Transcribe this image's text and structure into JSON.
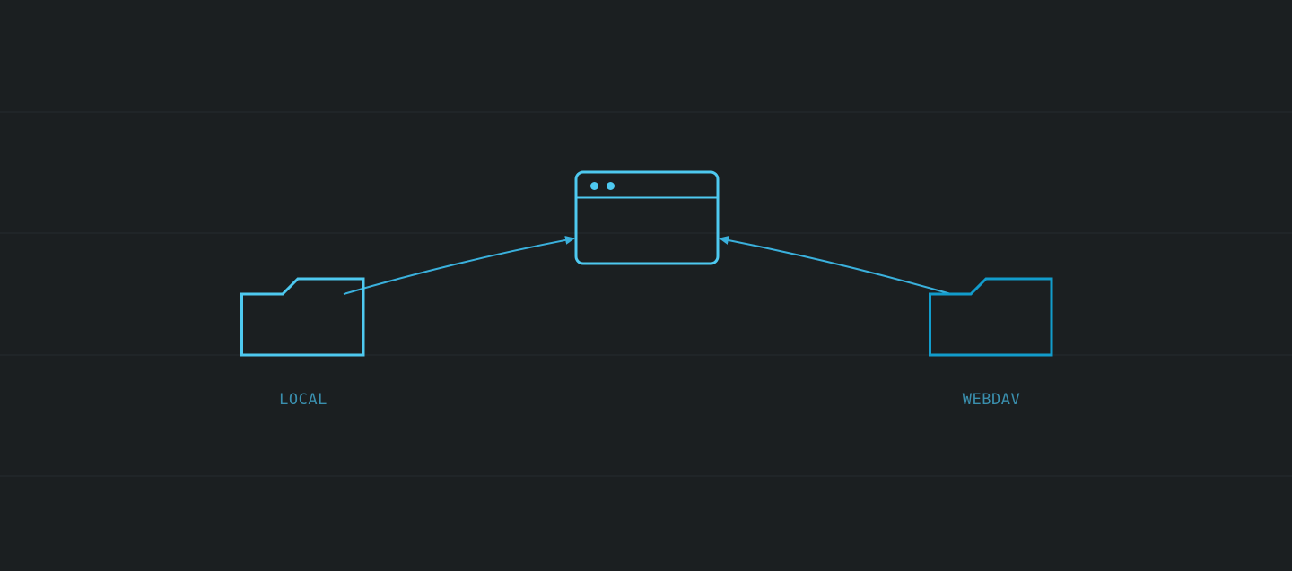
{
  "colors": {
    "background": "#1b1f21",
    "grid_line": "#262b2e",
    "local_stroke": "#4ec9f0",
    "webdav_stroke": "#129ccc",
    "window_stroke": "#4ec9f0",
    "arrow": "#3ab0dc",
    "label_text": "#3a8fae"
  },
  "nodes": {
    "local": {
      "label": "LOCAL",
      "icon": "folder-icon"
    },
    "webdav": {
      "label": "WEBDAV",
      "icon": "folder-icon"
    },
    "app": {
      "icon": "browser-window-icon"
    }
  },
  "edges": [
    {
      "from": "local",
      "to": "app"
    },
    {
      "from": "webdav",
      "to": "app"
    }
  ]
}
